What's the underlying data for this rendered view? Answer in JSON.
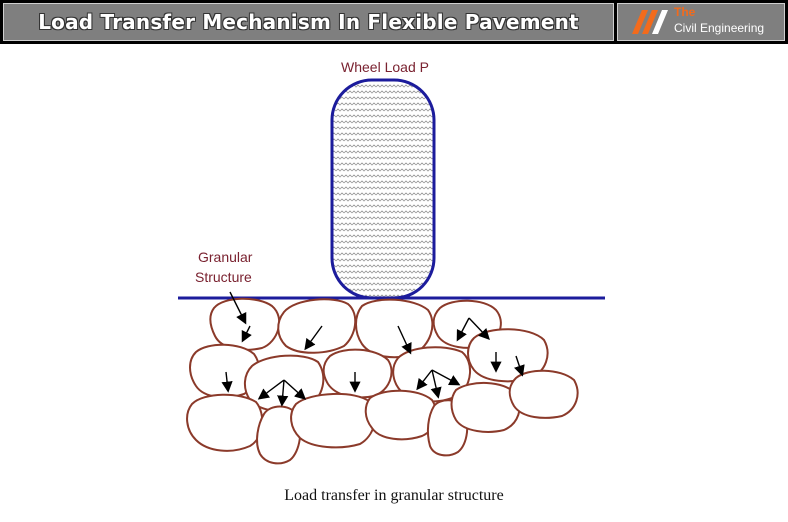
{
  "header": {
    "title": "Load Transfer Mechanism In Flexible Pavement",
    "logo_word_the": "The",
    "logo_word_name": "Civil Engineering"
  },
  "diagram": {
    "wheel_label": "Wheel Load P",
    "granular_label_line1": "Granular",
    "granular_label_line2": "Structure",
    "caption": "Load transfer in granular structure"
  },
  "colors": {
    "header_bg": "#7f7f7f",
    "wheel_outline": "#1c1c9c",
    "surface_line": "#1c1c9c",
    "particle_outline": "#8b3a2a",
    "label_text": "#7a2230",
    "logo_accent": "#f26b1d"
  },
  "icons": {
    "logo": "striped-slash-logo-icon"
  }
}
